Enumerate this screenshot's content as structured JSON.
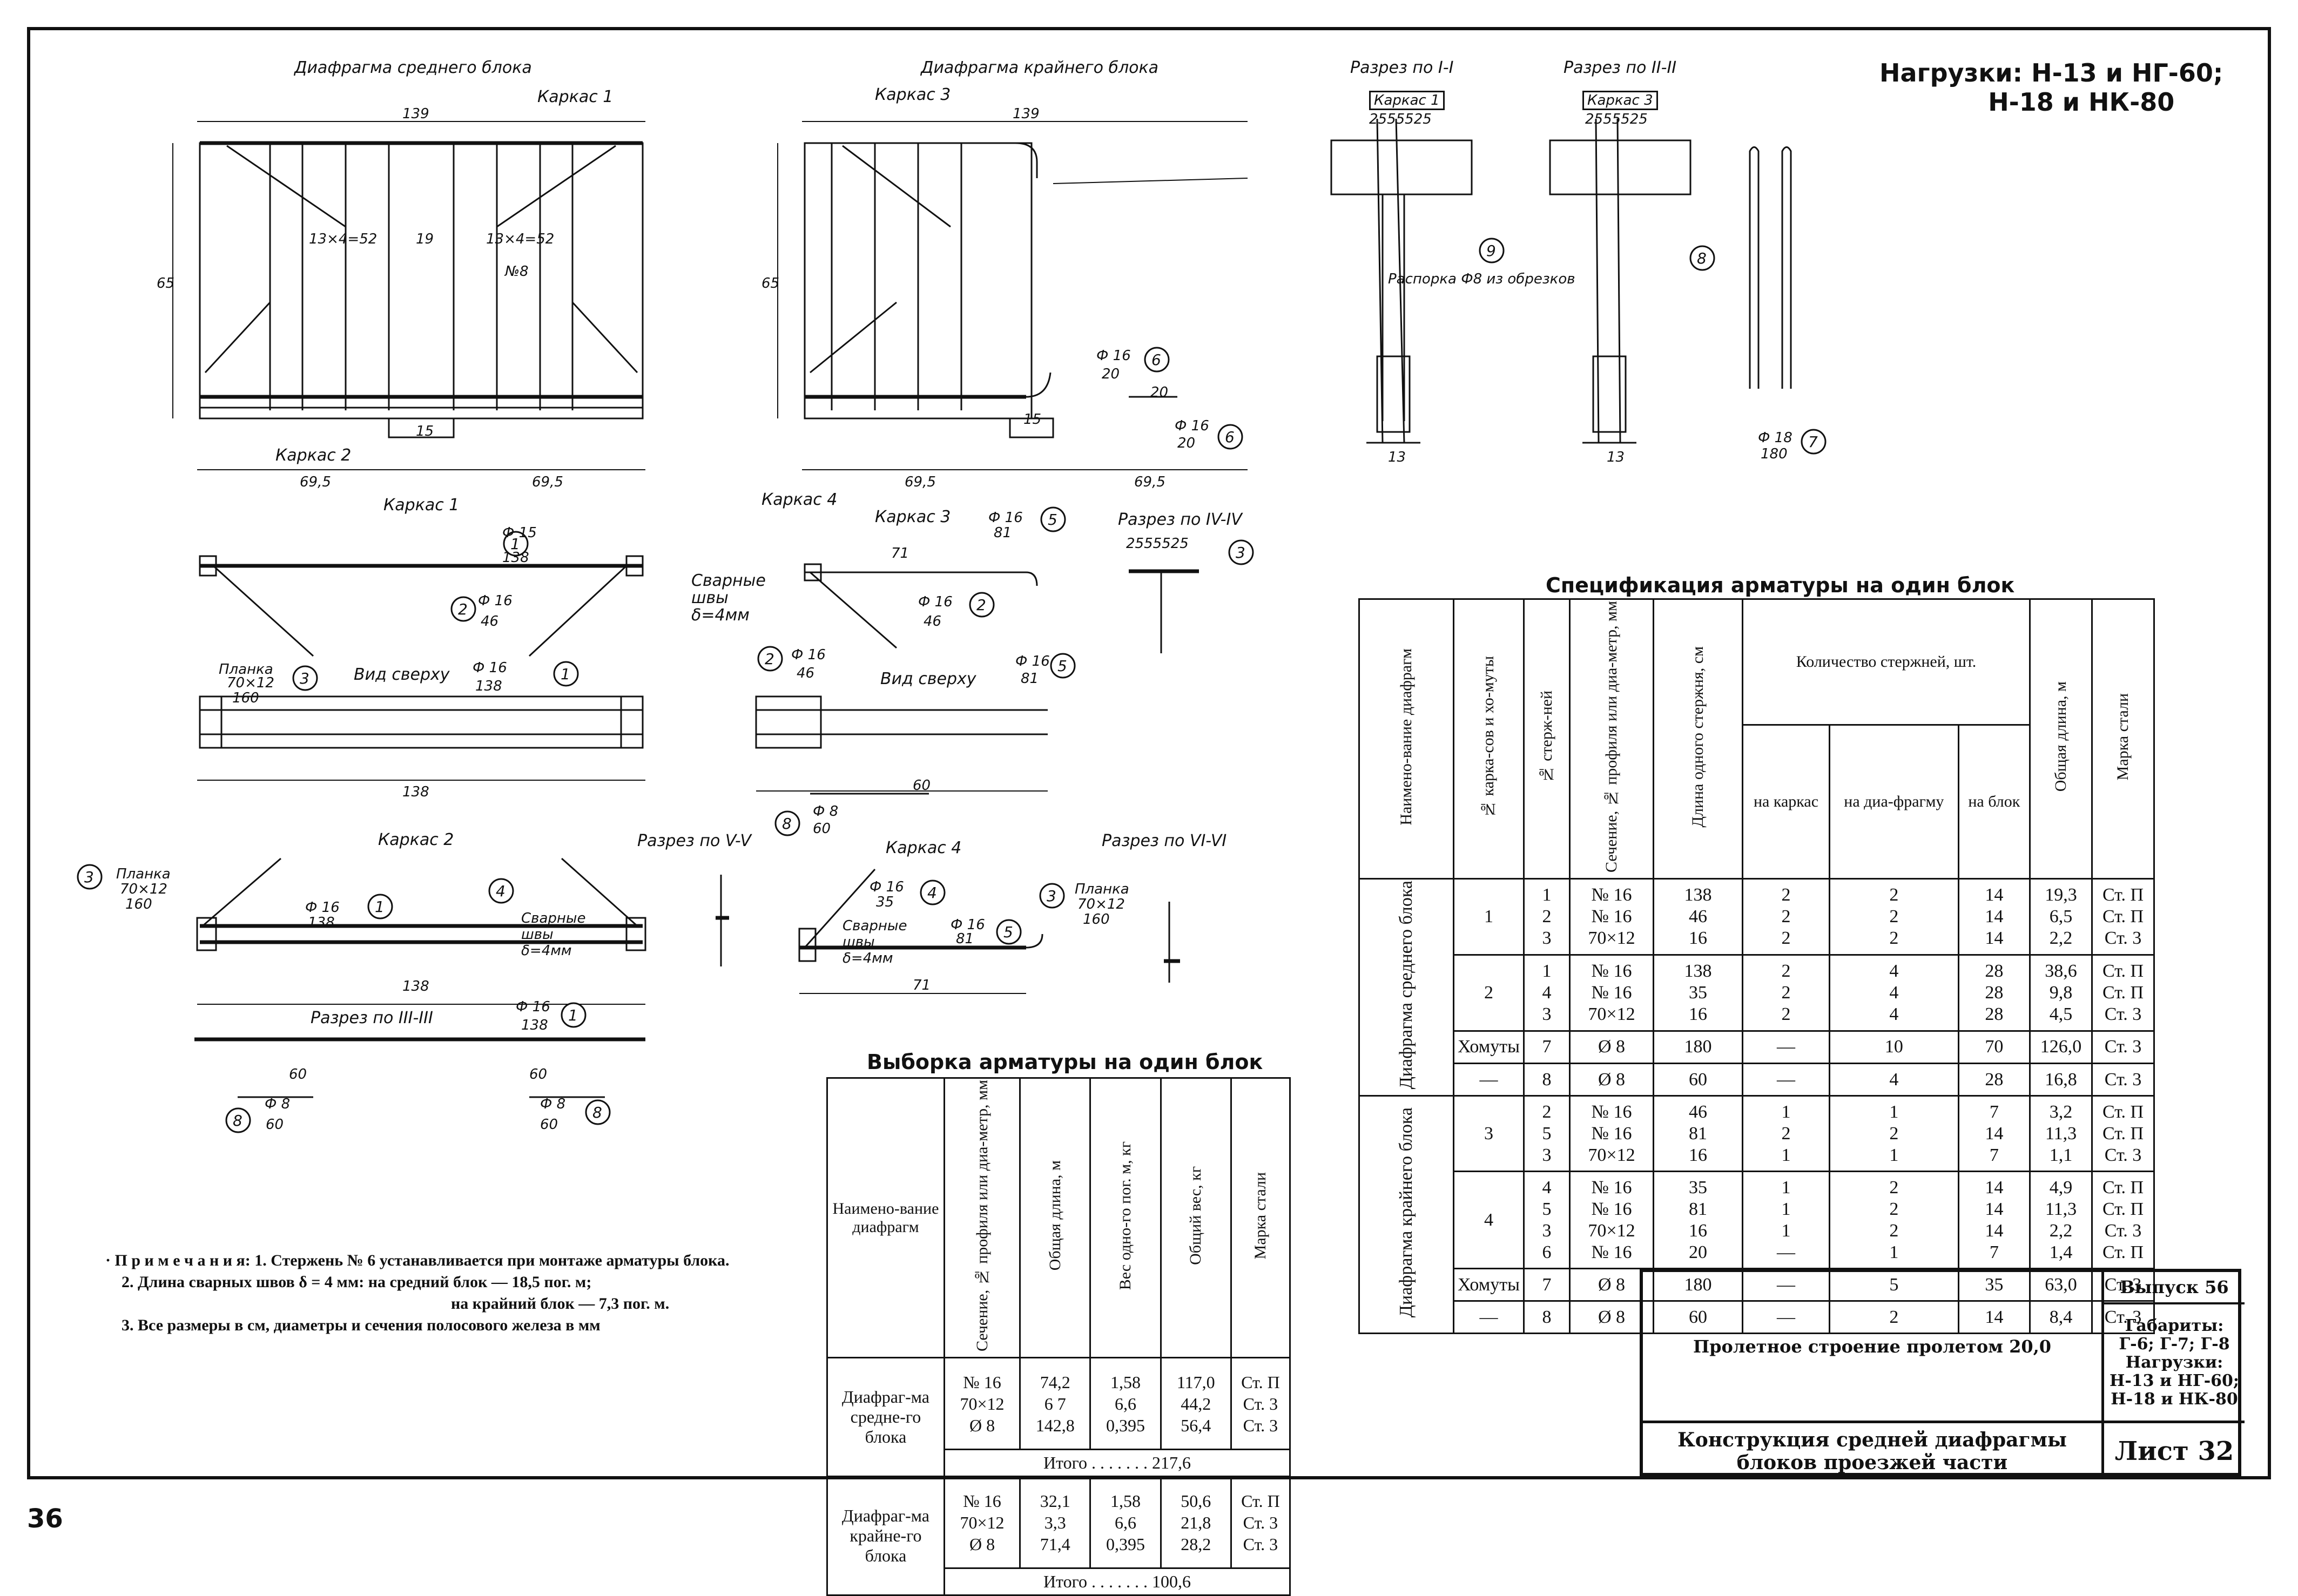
{
  "header_loads": {
    "line1": "Нагрузки: Н-13 и НГ-60;",
    "line2": "Н-18 и НК-80"
  },
  "views": {
    "mid_block": "Диафрагма среднего блока",
    "edge_block": "Диафрагма крайнего блока",
    "section_1": "Разрез по I-I",
    "section_2": "Разрез по II-II",
    "frame1": "Каркас 1",
    "frame2": "Каркас 2",
    "frame3": "Каркас 3",
    "frame4": "Каркас 4",
    "top_view": "Вид сверху",
    "section_3": "Разрез по III-III",
    "section_4": "Разрез по IV-IV",
    "section_5": "Разрез по V-V",
    "section_6": "Разрез по VI-VI",
    "plank": "Планка",
    "welds": "Сварные швы δ=4мм",
    "spacer": "Распорка Ф8 из обрезков",
    "karkas_box1": "Каркас 1",
    "karkas_box3": "Каркас 3",
    "karkas_v1": "Каркас 1",
    "karkas_v2": "Каркас 2",
    "karkas_v3": "Каркас 3",
    "karkas_v4": "Каркас 4"
  },
  "dims": {
    "d139": "139",
    "d65": "65",
    "d695": "69,5",
    "d15": "15",
    "d19": "19",
    "d8": "8",
    "d12": "12",
    "d138": "138",
    "d46": "46",
    "d16": "16",
    "d81": "81",
    "d71": "71",
    "d35": "35",
    "d60": "60",
    "d180": "180",
    "d70x12": "70×12",
    "d160": "160",
    "d13": "13",
    "d20": "20",
    "phi16": "Ф 16",
    "phi8": "Ф 8",
    "phi18": "Ф 18",
    "nrod": "№7",
    "nrod8": "№8",
    "weld": "13×4=52",
    "seq": "2555525"
  },
  "spec_table": {
    "title": "Спецификация арматуры на один блок",
    "headers": {
      "name": "Наимено-вание диафрагм",
      "frame": "№ карка-сов и хо-муты",
      "rod": "№ стерж-ней",
      "section": "Сечение, № профиля или диа-метр, мм",
      "length": "Длина одного стержня, см",
      "count": "Количество стержней, шт.",
      "per_frame": "на каркас",
      "per_diaph": "на диа-фрагму",
      "per_block": "на блок",
      "total": "Общая длина, м",
      "steel": "Марка стали"
    },
    "group_mid": "Диафрагма среднего блока",
    "group_edge": "Диафрагма крайнего блока",
    "rows": [
      {
        "frame": "1",
        "rods": [
          "1",
          "2",
          "3"
        ],
        "sec": [
          "№ 16",
          "№ 16",
          "70×12"
        ],
        "len": [
          "138",
          "46",
          "16"
        ],
        "pf": [
          "2",
          "2",
          "2"
        ],
        "pd": [
          "2",
          "2",
          "2"
        ],
        "pb": [
          "14",
          "14",
          "14"
        ],
        "tot": [
          "19,3",
          "6,5",
          "2,2"
        ],
        "st": [
          "Ст. П",
          "Ст. П",
          "Ст. 3"
        ]
      },
      {
        "frame": "2",
        "rods": [
          "1",
          "4",
          "3"
        ],
        "sec": [
          "№ 16",
          "№ 16",
          "70×12"
        ],
        "len": [
          "138",
          "35",
          "16"
        ],
        "pf": [
          "2",
          "2",
          "2"
        ],
        "pd": [
          "4",
          "4",
          "4"
        ],
        "pb": [
          "28",
          "28",
          "28"
        ],
        "tot": [
          "38,6",
          "9,8",
          "4,5"
        ],
        "st": [
          "Ст. П",
          "Ст. П",
          "Ст. 3"
        ]
      },
      {
        "frame": "Хомуты",
        "rods": [
          "7"
        ],
        "sec": [
          "Ø 8"
        ],
        "len": [
          "180"
        ],
        "pf": [
          "—"
        ],
        "pd": [
          "10"
        ],
        "pb": [
          "70"
        ],
        "tot": [
          "126,0"
        ],
        "st": [
          "Ст. 3"
        ]
      },
      {
        "frame": "—",
        "rods": [
          "8"
        ],
        "sec": [
          "Ø 8"
        ],
        "len": [
          "60"
        ],
        "pf": [
          "—"
        ],
        "pd": [
          "4"
        ],
        "pb": [
          "28"
        ],
        "tot": [
          "16,8"
        ],
        "st": [
          "Ст. 3"
        ]
      },
      {
        "frame": "3",
        "rods": [
          "2",
          "5",
          "3"
        ],
        "sec": [
          "№ 16",
          "№ 16",
          "70×12"
        ],
        "len": [
          "46",
          "81",
          "16"
        ],
        "pf": [
          "1",
          "2",
          "1"
        ],
        "pd": [
          "1",
          "2",
          "1"
        ],
        "pb": [
          "7",
          "14",
          "7"
        ],
        "tot": [
          "3,2",
          "11,3",
          "1,1"
        ],
        "st": [
          "Ст. П",
          "Ст. П",
          "Ст. 3"
        ]
      },
      {
        "frame": "4",
        "rods": [
          "4",
          "5",
          "3",
          "6"
        ],
        "sec": [
          "№ 16",
          "№ 16",
          "70×12",
          "№ 16"
        ],
        "len": [
          "35",
          "81",
          "16",
          "20"
        ],
        "pf": [
          "1",
          "1",
          "1",
          "—"
        ],
        "pd": [
          "2",
          "2",
          "2",
          "1"
        ],
        "pb": [
          "14",
          "14",
          "14",
          "7"
        ],
        "tot": [
          "4,9",
          "11,3",
          "2,2",
          "1,4"
        ],
        "st": [
          "Ст. П",
          "Ст. П",
          "Ст. 3",
          "Ст. П"
        ]
      },
      {
        "frame": "Хомуты",
        "rods": [
          "7"
        ],
        "sec": [
          "Ø 8"
        ],
        "len": [
          "180"
        ],
        "pf": [
          "—"
        ],
        "pd": [
          "5"
        ],
        "pb": [
          "35"
        ],
        "tot": [
          "63,0"
        ],
        "st": [
          "Ст. 3"
        ]
      },
      {
        "frame": "—",
        "rods": [
          "8"
        ],
        "sec": [
          "Ø 8"
        ],
        "len": [
          "60"
        ],
        "pf": [
          "—"
        ],
        "pd": [
          "2"
        ],
        "pb": [
          "14"
        ],
        "tot": [
          "8,4"
        ],
        "st": [
          "Ст. 3"
        ]
      }
    ]
  },
  "sel_table": {
    "title": "Выборка арматуры на один блок",
    "headers": {
      "name": "Наимено-вание диафрагм",
      "section": "Сечение, № профиля или диа-метр, мм",
      "length": "Общая длина, м",
      "weight1": "Вес одно-го пог. м, кг",
      "weight": "Общий вес, кг",
      "steel": "Марка стали"
    },
    "mid": {
      "name": "Диафраг-ма средне-го блока",
      "sec": [
        "№ 16",
        "70×12",
        "Ø 8"
      ],
      "len": [
        "74,2",
        "6 7",
        "142,8"
      ],
      "w1": [
        "1,58",
        "6,6",
        "0,395"
      ],
      "w": [
        "117,0",
        "44,2",
        "56,4"
      ],
      "st": [
        "Ст. П",
        "Ст. 3",
        "Ст. 3"
      ],
      "total": "Итого . . . . . . . 217,6"
    },
    "edge": {
      "name": "Диафраг-ма крайне-го блока",
      "sec": [
        "№ 16",
        "70×12",
        "Ø 8"
      ],
      "len": [
        "32,1",
        "3,3",
        "71,4"
      ],
      "w1": [
        "1,58",
        "6,6",
        "0,395"
      ],
      "w": [
        "50,6",
        "21,8",
        "28,2"
      ],
      "st": [
        "Ст. П",
        "Ст. 3",
        "Ст. 3"
      ],
      "total": "Итого . . . . . . . 100,6"
    }
  },
  "notes": {
    "n1": "· П р и м е ч а н и я: 1. Стержень № 6 устанавливается при монтаже арматуры блока.",
    "n2": "2. Длина сварных швов δ = 4 мм: на средний блок — 18,5 пог. м;",
    "n2b": "на крайний блок — 7,3 пог. м.",
    "n3": "3. Все размеры в см, диаметры и сечения полосового железа в мм"
  },
  "title_block": {
    "project": "Пролетное строение пролетом 20,0",
    "drawing": "Конструкция средней диафрагмы блоков проезжей части",
    "issue": "Выпуск 56",
    "gabarity": "Габариты: Г-6; Г-7; Г-8",
    "loads_l1": "Нагрузки:",
    "loads_l2": "Н-13 и НГ-60;",
    "loads_l3": "Н-18 и НК-80",
    "sheet": "Лист 32"
  },
  "page_number": "36"
}
